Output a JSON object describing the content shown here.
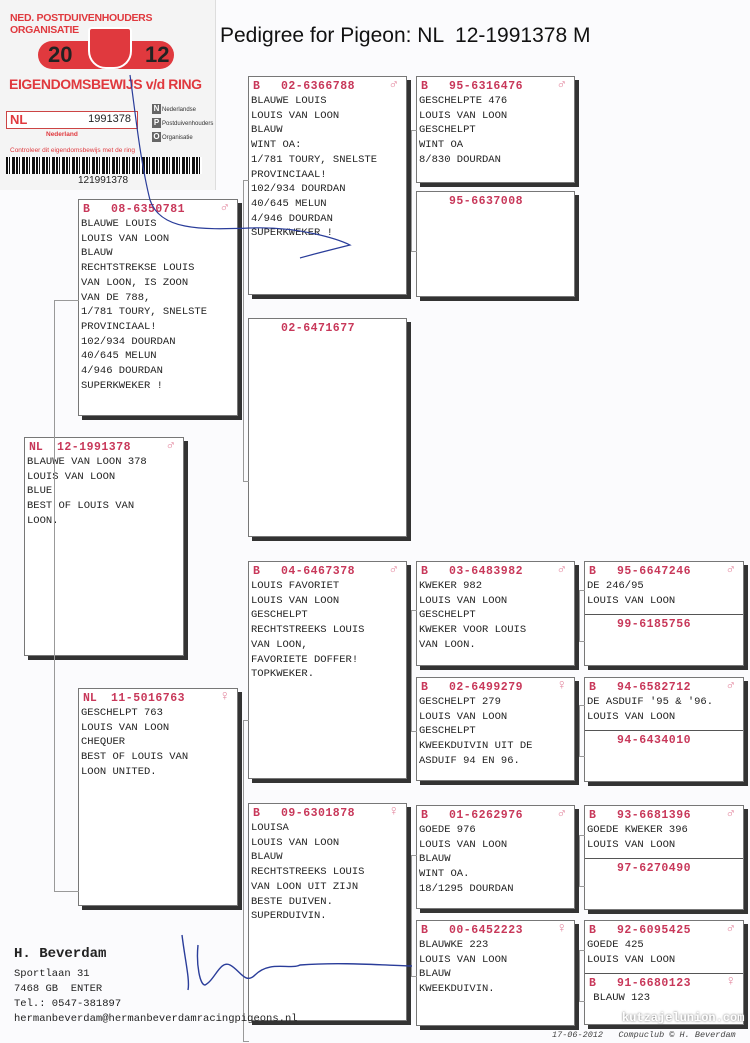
{
  "title": "Pedigree for Pigeon: NL  12-1991378 M",
  "ring_card": {
    "org": "NED. POSTDUIVENHOUDERS ORGANISATIE",
    "year_left": "20",
    "year_right": "12",
    "heading": "EIGENDOMSBEWIJS v/d RING",
    "country": "NL",
    "ring_number": "1991378",
    "npo_lines": [
      "Nederlandse",
      "Postduivenhouders",
      "Organisatie"
    ],
    "region": "Nederland",
    "notice": "Controleer dit eigendomsbewijs met de ring",
    "barcode_number": "121991378",
    "accent_color": "#e0393e"
  },
  "pigeons": [
    {
      "id": "subject",
      "prefix": "NL",
      "ring": "12-1991378",
      "sex": "♂",
      "lines": [
        "BLAUWE VAN LOON 378",
        "LOUIS VAN LOON",
        "BLUE",
        "BEST OF LOUIS VAN",
        "LOON."
      ]
    },
    {
      "id": "father",
      "prefix": "B",
      "ring": "08-6350781",
      "sex": "♂",
      "lines": [
        "BLAUWE LOUIS",
        "LOUIS VAN LOON",
        "BLAUW",
        "RECHTSTREKSE LOUIS",
        "VAN LOON, IS ZOON",
        "VAN DE 788,",
        "1/781 TOURY, SNELSTE",
        "PROVINCIAAL!",
        "102/934 DOURDAN",
        "40/645 MELUN",
        "4/946 DOURDAN",
        "SUPERKWEKER !"
      ]
    },
    {
      "id": "mother",
      "prefix": "NL",
      "ring": "11-5016763",
      "sex": "♀",
      "lines": [
        "GESCHELPT 763",
        "LOUIS VAN LOON",
        "CHEQUER",
        "BEST OF LOUIS VAN",
        "LOON UNITED."
      ]
    },
    {
      "id": "ff",
      "prefix": "B",
      "ring": "02-6366788",
      "sex": "♂",
      "lines": [
        "BLAUWE LOUIS",
        "LOUIS VAN LOON",
        "BLAUW",
        "WINT OA:",
        "1/781 TOURY, SNELSTE",
        "PROVINCIAAL!",
        "102/934 DOURDAN",
        "40/645 MELUN",
        "4/946 DOURDAN",
        "SUPERKWEKER !"
      ]
    },
    {
      "id": "fm",
      "prefix": "",
      "ring": "02-6471677",
      "sex": "",
      "lines": []
    },
    {
      "id": "mf",
      "prefix": "B",
      "ring": "04-6467378",
      "sex": "♂",
      "lines": [
        "LOUIS FAVORIET",
        "LOUIS VAN LOON",
        "GESCHELPT",
        "RECHTSTREEKS LOUIS",
        "VAN LOON,",
        "FAVORIETE DOFFER!",
        "TOPKWEKER."
      ]
    },
    {
      "id": "mm",
      "prefix": "B",
      "ring": "09-6301878",
      "sex": "♀",
      "lines": [
        "LOUISA",
        "LOUIS VAN LOON",
        "BLAUW",
        "RECHTSTREEKS LOUIS",
        "VAN LOON UIT ZIJN",
        "BESTE DUIVEN.",
        "SUPERDUIVIN."
      ]
    },
    {
      "id": "fff",
      "prefix": "B",
      "ring": "95-6316476",
      "sex": "♂",
      "lines": [
        "GESCHELPTE 476",
        "LOUIS VAN LOON",
        "GESCHELPT",
        "WINT OA",
        "8/830 DOURDAN"
      ]
    },
    {
      "id": "ffm",
      "prefix": "",
      "ring": "95-6637008",
      "sex": "",
      "lines": []
    },
    {
      "id": "mff",
      "prefix": "B",
      "ring": "03-6483982",
      "sex": "♂",
      "lines": [
        "KWEKER 982",
        "LOUIS VAN LOON",
        "GESCHELPT",
        "KWEKER VOOR LOUIS",
        "VAN LOON."
      ]
    },
    {
      "id": "mfm",
      "prefix": "B",
      "ring": "02-6499279",
      "sex": "♀",
      "lines": [
        "GESCHELPT 279",
        "LOUIS VAN LOON",
        "GESCHELPT",
        "KWEEKDUIVIN UIT DE",
        "ASDUIF 94 EN 96."
      ]
    },
    {
      "id": "mmf",
      "prefix": "B",
      "ring": "01-6262976",
      "sex": "♂",
      "lines": [
        "GOEDE 976",
        "LOUIS VAN LOON",
        "BLAUW",
        "WINT OA.",
        "18/1295 DOURDAN"
      ]
    },
    {
      "id": "mmm",
      "prefix": "B",
      "ring": "00-6452223",
      "sex": "♀",
      "lines": [
        "BLAUWKE 223",
        "LOUIS VAN LOON",
        "BLAUW",
        "KWEEKDUIVIN."
      ]
    },
    {
      "id": "mfff",
      "prefix": "B",
      "ring": "95-6647246",
      "sex": "♂",
      "lines": [
        "DE 246/95",
        "LOUIS VAN LOON"
      ]
    },
    {
      "id": "mffm",
      "prefix": "",
      "ring": "99-6185756",
      "sex": "",
      "lines": []
    },
    {
      "id": "mfmf",
      "prefix": "B",
      "ring": "94-6582712",
      "sex": "♂",
      "lines": [
        "DE ASDUIF '95 & '96.",
        "LOUIS VAN LOON"
      ]
    },
    {
      "id": "mfmm",
      "prefix": "",
      "ring": "94-6434010",
      "sex": "",
      "lines": []
    },
    {
      "id": "mmff",
      "prefix": "B",
      "ring": "93-6681396",
      "sex": "♂",
      "lines": [
        "GOEDE KWEKER 396",
        "LOUIS VAN LOON"
      ]
    },
    {
      "id": "mmfm",
      "prefix": "",
      "ring": "97-6270490",
      "sex": "",
      "lines": []
    },
    {
      "id": "mmmf",
      "prefix": "B",
      "ring": "92-6095425",
      "sex": "♂",
      "lines": [
        "GOEDE 425",
        "LOUIS VAN LOON"
      ]
    },
    {
      "id": "mmmm",
      "prefix": "B",
      "ring": "91-6680123",
      "sex": "♀",
      "lines": [
        " BLAUW 123"
      ]
    }
  ],
  "owner": {
    "name": "H. Beverdam",
    "street": "Sportlaan 31",
    "city": "7468 GB  ENTER",
    "phone": "Tel.: 0547-381897",
    "email": "hermanbeverdam@hermanbeverdamracingpigeons.nl"
  },
  "footer": {
    "date": "17-06-2012",
    "credit": "Compuclub © H. Beverdam"
  },
  "watermark": "kutzajelunion.com",
  "colors": {
    "ring_red": "#c8385a",
    "sex_pink": "#e07a94"
  }
}
